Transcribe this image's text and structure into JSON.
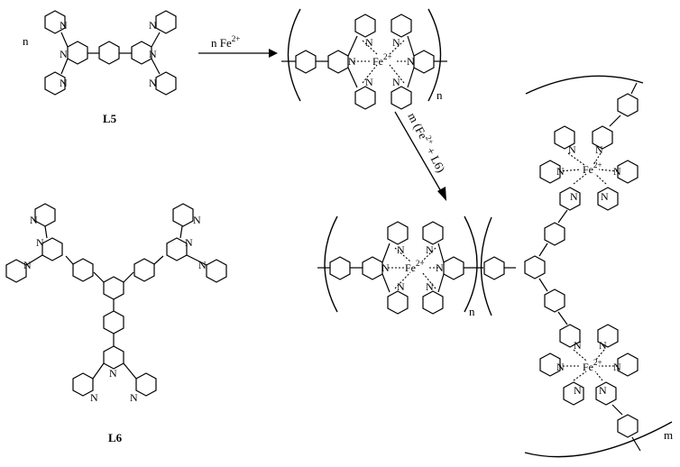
{
  "scheme": {
    "stoich_n": "n",
    "arrow1": {
      "label": "n Fe",
      "charge": "2+"
    },
    "arrow2": {
      "prefix": "m (Fe",
      "charge": "2+",
      "suffix": " + L6)"
    },
    "repeat_n": "n",
    "repeat_m": "m"
  },
  "labels": {
    "ligand1": "L5",
    "ligand2": "L6"
  },
  "atoms": {
    "nitrogen": "N",
    "iron": "Fe",
    "iron_charge": "2+"
  },
  "colors": {
    "ink": "#000000",
    "background": "#ffffff"
  }
}
